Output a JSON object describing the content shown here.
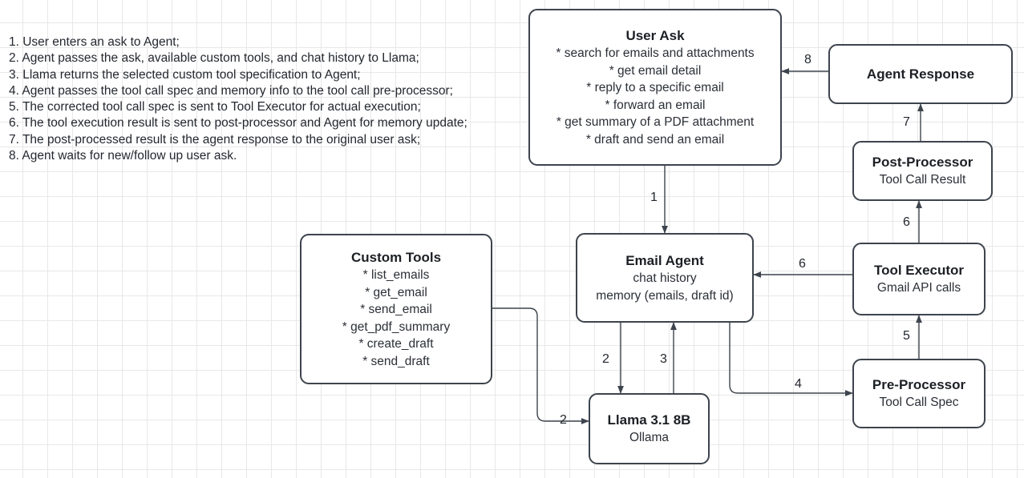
{
  "legend": {
    "lines": [
      "1. User enters an ask to Agent;",
      "2. Agent passes the ask, available custom tools, and chat history to Llama;",
      "3. Llama returns the selected custom tool specification to Agent;",
      "4. Agent passes the tool call spec and memory info to the tool call pre-processor;",
      "5. The corrected tool call spec is sent to Tool Executor for actual execution;",
      "6. The tool execution result is sent to post-processor and Agent for memory update;",
      "7. The post-processed result is the agent response to the original user ask;",
      "8. Agent waits for new/follow up user ask."
    ]
  },
  "nodes": {
    "user_ask": {
      "title": "User Ask",
      "lines": [
        "* search for emails and attachments",
        "* get email detail",
        "* reply to a specific email",
        "* forward an email",
        "* get summary of a PDF attachment",
        "* draft and send an email"
      ]
    },
    "agent_response": {
      "title": "Agent Response",
      "lines": []
    },
    "post_processor": {
      "title": "Post-Processor",
      "lines": [
        "Tool Call Result"
      ]
    },
    "custom_tools": {
      "title": "Custom Tools",
      "lines": [
        "* list_emails",
        "* get_email",
        "* send_email",
        "* get_pdf_summary",
        "* create_draft",
        "* send_draft"
      ]
    },
    "email_agent": {
      "title": "Email Agent",
      "lines": [
        "chat history",
        "memory (emails, draft id)"
      ]
    },
    "tool_executor": {
      "title": "Tool Executor",
      "lines": [
        "Gmail API calls"
      ]
    },
    "pre_processor": {
      "title": "Pre-Processor",
      "lines": [
        "Tool Call Spec"
      ]
    },
    "llama": {
      "title": "Llama 3.1 8B",
      "lines": [
        "Ollama"
      ]
    }
  },
  "edges": [
    {
      "id": "e1",
      "label": "1",
      "from": "user_ask",
      "to": "email_agent"
    },
    {
      "id": "e2a",
      "label": "2",
      "from": "email_agent",
      "to": "llama"
    },
    {
      "id": "e2b",
      "label": "2",
      "from": "custom_tools",
      "to": "llama"
    },
    {
      "id": "e3",
      "label": "3",
      "from": "llama",
      "to": "email_agent"
    },
    {
      "id": "e4",
      "label": "4",
      "from": "email_agent",
      "to": "pre_processor"
    },
    {
      "id": "e5",
      "label": "5",
      "from": "pre_processor",
      "to": "tool_executor"
    },
    {
      "id": "e6a",
      "label": "6",
      "from": "tool_executor",
      "to": "post_processor"
    },
    {
      "id": "e6b",
      "label": "6",
      "from": "tool_executor",
      "to": "email_agent"
    },
    {
      "id": "e7",
      "label": "7",
      "from": "post_processor",
      "to": "agent_response"
    },
    {
      "id": "e8",
      "label": "8",
      "from": "agent_response",
      "to": "user_ask"
    }
  ],
  "colors": {
    "node_border": "#3d444d",
    "node_fill": "#ffffff",
    "edge": "#3d444d",
    "text": "#23272e",
    "grid_minor": "#e8e8e8",
    "grid_major": "#d6d6d6"
  }
}
